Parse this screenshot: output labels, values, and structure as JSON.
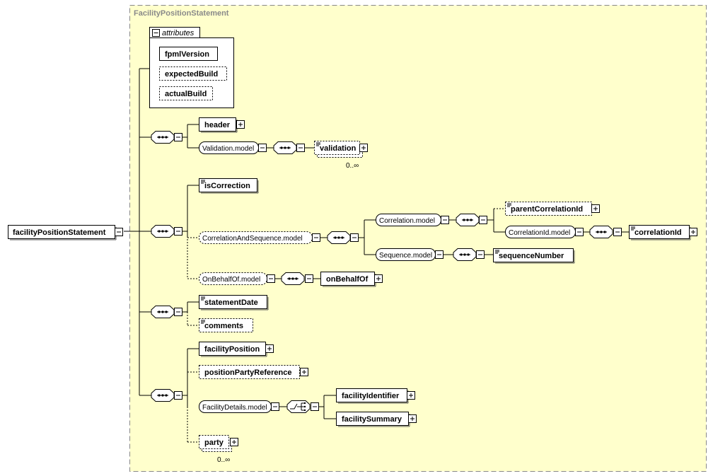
{
  "diagram": {
    "group_title": "FacilityPositionStatement",
    "root": "facilityPositionStatement",
    "attributes": {
      "label": "attributes",
      "items": [
        "fpmlVersion",
        "expectedBuild",
        "actualBuild"
      ]
    },
    "elements": {
      "header": "header",
      "validation_model": "Validation.model",
      "validation": "validation",
      "validation_card": "0..∞",
      "is_correction": "isCorrection",
      "correlation_and_sequence_model": "CorrelationAndSequence.model",
      "correlation_model": "Correlation.model",
      "parent_correlation_id": "parentCorrelationId",
      "correlation_id_model": "CorrelationId.model",
      "correlation_id": "correlationId",
      "sequence_model": "Sequence.model",
      "sequence_number": "sequenceNumber",
      "on_behalf_of_model": "OnBehalfOf.model",
      "on_behalf_of": "onBehalfOf",
      "statement_date": "statementDate",
      "comments": "comments",
      "facility_position": "facilityPosition",
      "position_party_reference": "positionPartyReference",
      "facility_details_model": "FacilityDetails.model",
      "facility_identifier": "facilityIdentifier",
      "facility_summary": "facilitySummary",
      "party": "party",
      "party_card": "0..∞"
    }
  }
}
